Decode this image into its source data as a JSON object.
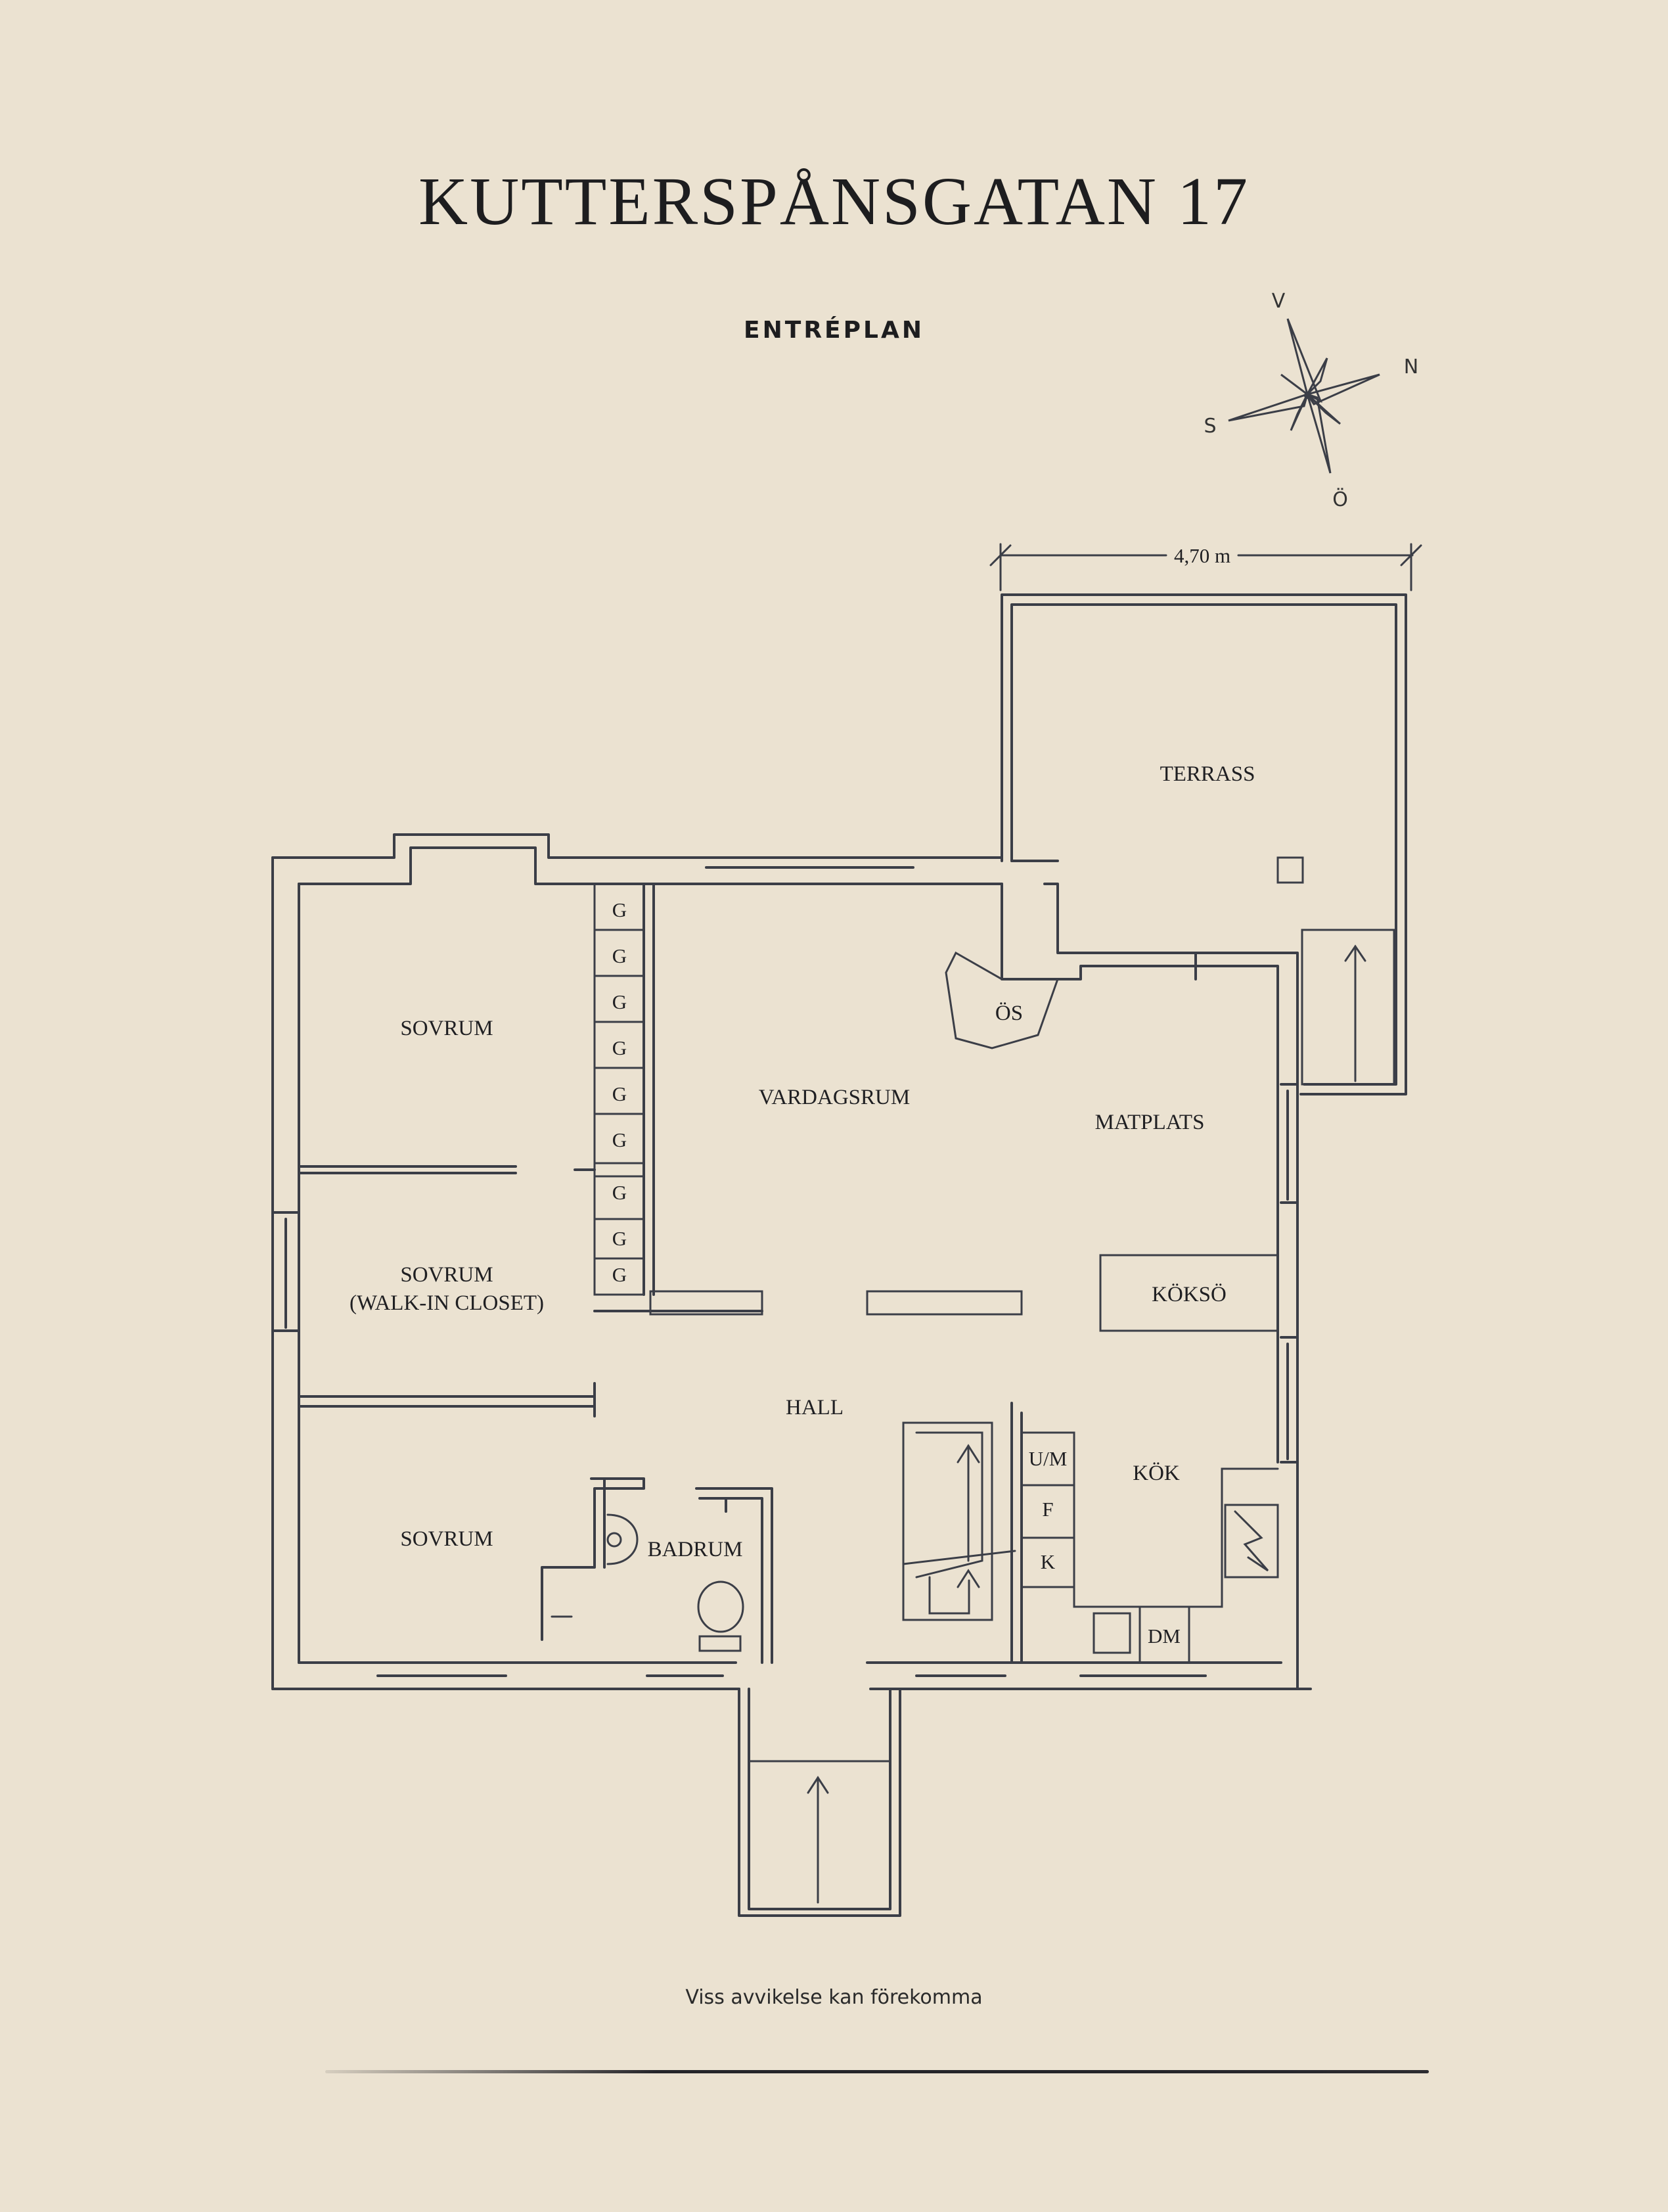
{
  "header": {
    "title": "KUTTERSPÅNSGATAN 17",
    "subtitle": "ENTRÉPLAN"
  },
  "compass": {
    "n": "N",
    "s": "S",
    "v": "V",
    "o": "Ö"
  },
  "dimension": {
    "width_label": "4,70 m"
  },
  "rooms": {
    "sovrum_top": "SOVRUM",
    "sovrum_mid_1": "SOVRUM",
    "sovrum_mid_2": "(WALK-IN CLOSET)",
    "sovrum_bottom": "SOVRUM",
    "vardagsrum": "VARDAGSRUM",
    "matplats": "MATPLATS",
    "terrass": "TERRASS",
    "os": "ÖS",
    "kokso": "KÖKSÖ",
    "hall": "HALL",
    "kok": "KÖK",
    "badrum": "BADRUM",
    "dm": "DM"
  },
  "storage": {
    "wardrobe": [
      "G",
      "G",
      "G",
      "G",
      "G",
      "G",
      "G",
      "G",
      "G"
    ],
    "kitchen": [
      "U/M",
      "F",
      "K"
    ]
  },
  "footer": {
    "disclaimer": "Viss avvikelse kan förekomma"
  }
}
